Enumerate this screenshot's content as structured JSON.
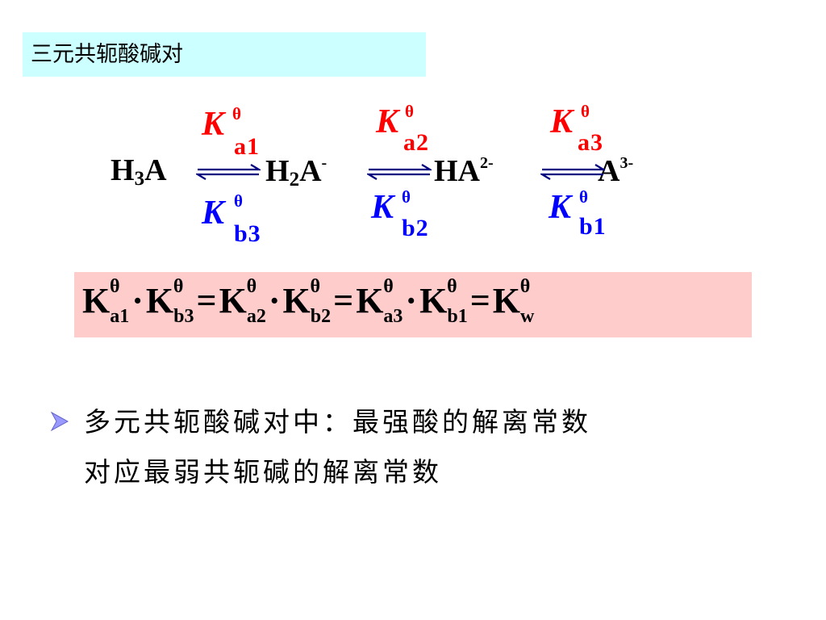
{
  "title": "三元共轭酸碱对",
  "species": [
    {
      "base": "H",
      "sub": "3",
      "tail": "A",
      "sup": ""
    },
    {
      "base": "H",
      "sub": "2",
      "tail": "A",
      "sup": "-"
    },
    {
      "base": "HA",
      "sub": "",
      "tail": "",
      "sup": "2-"
    },
    {
      "base": "A",
      "sub": "",
      "tail": "",
      "sup": "3-"
    }
  ],
  "acid_constants": [
    {
      "symbol": "K",
      "theta": "θ",
      "subscript": "a1"
    },
    {
      "symbol": "K",
      "theta": "θ",
      "subscript": "a2"
    },
    {
      "symbol": "K",
      "theta": "θ",
      "subscript": "a3"
    }
  ],
  "base_constants": [
    {
      "symbol": "K",
      "theta": "θ",
      "subscript": "b3"
    },
    {
      "symbol": "K",
      "theta": "θ",
      "subscript": "b2"
    },
    {
      "symbol": "K",
      "theta": "θ",
      "subscript": "b1"
    }
  ],
  "formula": {
    "terms": [
      {
        "k": "K",
        "theta": "θ",
        "sub": "a1"
      },
      {
        "k": "K",
        "theta": "θ",
        "sub": "b3"
      },
      {
        "k": "K",
        "theta": "θ",
        "sub": "a2"
      },
      {
        "k": "K",
        "theta": "θ",
        "sub": "b2"
      },
      {
        "k": "K",
        "theta": "θ",
        "sub": "a3"
      },
      {
        "k": "K",
        "theta": "θ",
        "sub": "b1"
      },
      {
        "k": "K",
        "theta": "θ",
        "sub": "w"
      }
    ],
    "dot": "·",
    "equals": "="
  },
  "bullet": {
    "marker": "arrow-bullet-icon",
    "line1": "多元共轭酸碱对中：最强酸的解离常数",
    "line2": "对应最弱共轭碱的解离常数"
  },
  "colors": {
    "title_bg": "#ccffff",
    "formula_bg": "#ffcccc",
    "acid_constant": "#ff0000",
    "base_constant": "#0000ff",
    "arrows": "#000080",
    "bullet": "#9999ff"
  }
}
